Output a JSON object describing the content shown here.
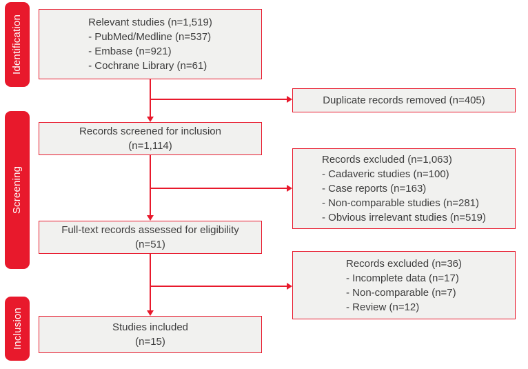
{
  "colors": {
    "accent_red": "#e8192c",
    "box_fill": "#f1f1ef",
    "box_border": "#e8192c",
    "text": "#3c3c3c",
    "phase_label_text": "#ffffff"
  },
  "sidebar": {
    "phases": [
      {
        "label": "Identification"
      },
      {
        "label": "Screening"
      },
      {
        "label": "Inclusion"
      }
    ]
  },
  "flow": {
    "relevant_studies": {
      "title": "Relevant studies (n=1,519)",
      "items": [
        "- PubMed/Medline (n=537)",
        "- Embase (n=921)",
        "- Cochrane Library (n=61)"
      ]
    },
    "duplicates_removed": {
      "title": "Duplicate records removed (n=405)"
    },
    "records_screened": {
      "line1": "Records screened for inclusion",
      "line2": "(n=1,114)"
    },
    "records_excluded_screening": {
      "title": "Records excluded (n=1,063)",
      "items": [
        "- Cadaveric studies (n=100)",
        "- Case reports (n=163)",
        "- Non-comparable studies (n=281)",
        "- Obvious irrelevant studies (n=519)"
      ]
    },
    "fulltext_assessed": {
      "line1": "Full-text records assessed for eligibility",
      "line2": "(n=51)"
    },
    "records_excluded_eligibility": {
      "title": "Records excluded (n=36)",
      "items": [
        "- Incomplete data (n=17)",
        "- Non-comparable (n=7)",
        "- Review (n=12)"
      ]
    },
    "studies_included": {
      "line1": "Studies included",
      "line2": "(n=15)"
    }
  }
}
